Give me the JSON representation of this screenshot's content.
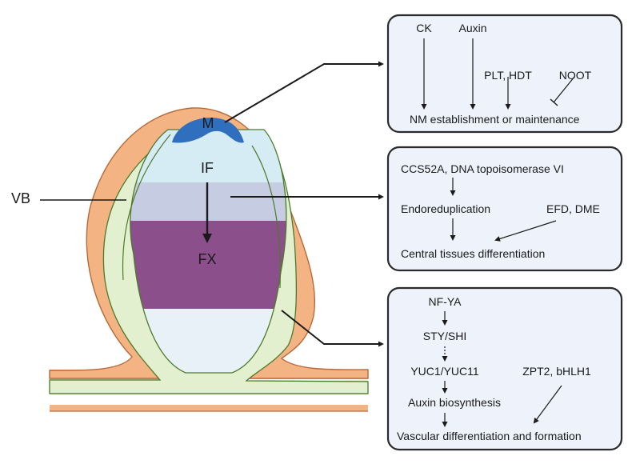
{
  "nodule_labels": {
    "meristem": "M",
    "infection_zone": "IF",
    "fixation_zone": "FX",
    "vascular_bundle": "VB"
  },
  "colors": {
    "cortex": "#f4b383",
    "cortex_outline": "#b76a3a",
    "vascular": "#e2f0cf",
    "vascular_outline": "#4d7a2a",
    "meristem": "#2f6fbd",
    "infection_zone": "#d5ecf5",
    "interzone": "#c6cce2",
    "fixation_zone": "#8b4f8c",
    "senescence_zone": "#e8f0f8",
    "box_fill": "#eef3fb"
  },
  "panels": {
    "meristem": {
      "inputs": [
        "CK",
        "Auxin",
        "PLT, HDT",
        "NOOT"
      ],
      "target": "NM establishment or maintenance"
    },
    "central": {
      "line1": "CCS52A, DNA topoisomerase VI",
      "line2": "Endoreduplication",
      "side": "EFD, DME",
      "target": "Central tissues differentiation"
    },
    "vascular": {
      "steps": [
        "NF-YA",
        "STY/SHI",
        "YUC1/YUC11",
        "Auxin biosynthesis"
      ],
      "side": "ZPT2, bHLH1",
      "target": "Vascular differentiation and formation"
    }
  }
}
